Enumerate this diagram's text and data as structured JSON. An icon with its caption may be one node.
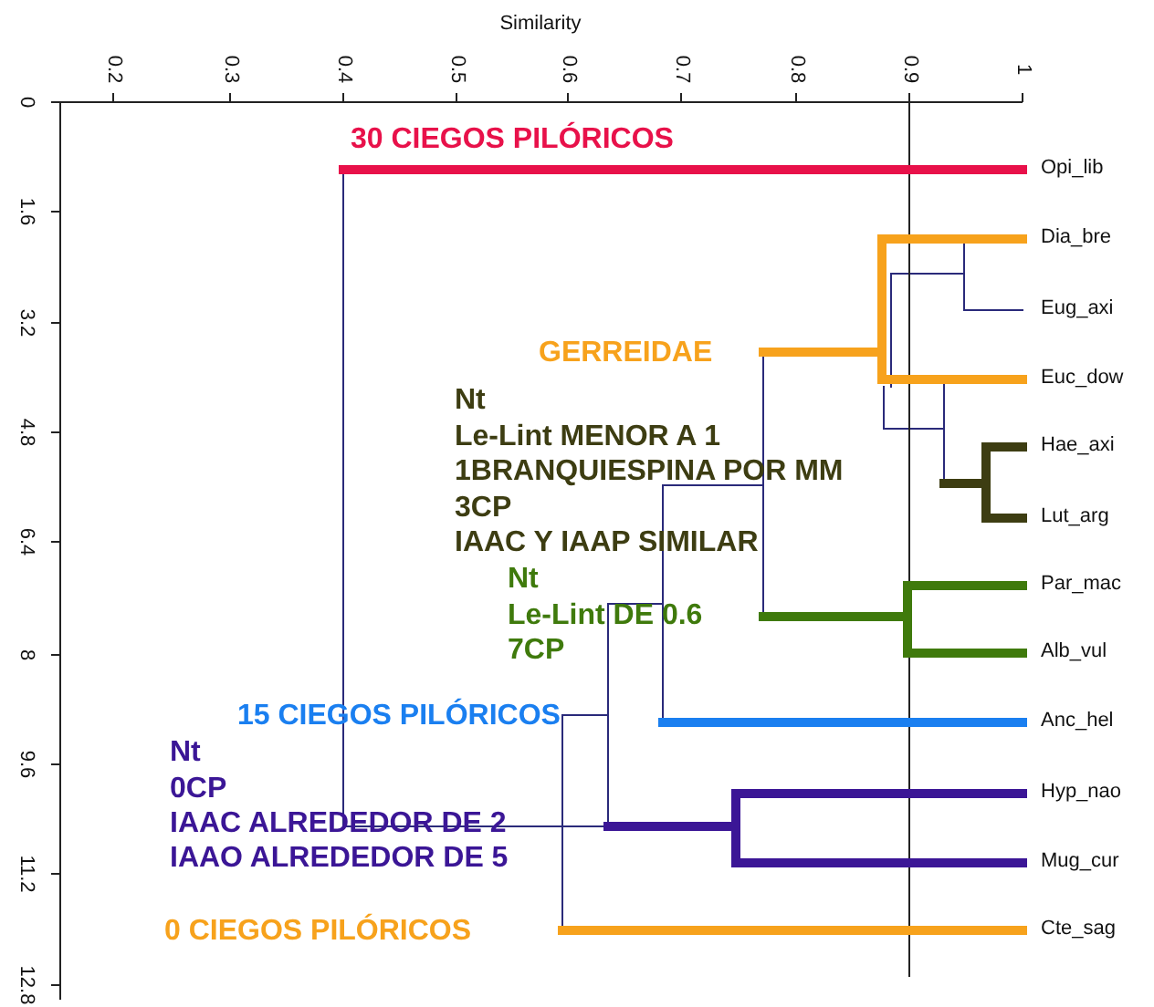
{
  "diagram": {
    "labels": [
      "Similarity",
      "0.2",
      "0.3",
      "0.4",
      "0.5",
      "0.6",
      "0.7",
      "0.8",
      "0.9",
      "1",
      "0",
      "1.6",
      "3.2",
      "4.8",
      "6.4",
      "8",
      "9.6",
      "11.2",
      "12.8",
      "30 CIEGOS PILÓRICOS",
      "Opi_lib",
      "Dia_bre",
      "Eug_axi",
      "GERREIDAE",
      "Euc_dow",
      "Nt",
      "Le-Lint MENOR A 1",
      "1BRANQUIESPINA POR MM",
      "3CP",
      "IAAC Y IAAP SIMILAR",
      "Hae_axi",
      "Lut_arg",
      "Nt",
      "Le-Lint DE 0.6",
      "7CP",
      "Par_mac",
      "Alb_vul",
      "15 CIEGOS PILÓRICOS",
      "Anc_hel",
      "Nt",
      "0CP",
      "IAAC ALREDEDOR DE 2",
      "IAAO ALREDEDOR DE 5",
      "Hyp_nao",
      "Mug_cur",
      "0 CIEGOS PILÓRICOS",
      "Cte_sag"
    ]
  }
}
